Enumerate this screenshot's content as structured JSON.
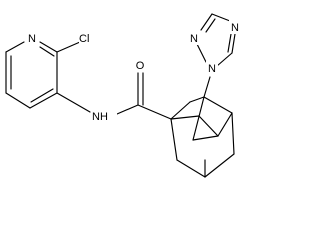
{
  "molecule": {
    "atoms": [
      {
        "id": "n_pyr",
        "element": "N",
        "label": "N"
      },
      {
        "id": "cl",
        "element": "Cl",
        "label": "Cl"
      },
      {
        "id": "n_amide",
        "element": "N",
        "label": "NH"
      },
      {
        "id": "o",
        "element": "O",
        "label": "O"
      },
      {
        "id": "n_tz1",
        "element": "N",
        "label": "N"
      },
      {
        "id": "n_tz2",
        "element": "N",
        "label": "N"
      },
      {
        "id": "n_tz4",
        "element": "N",
        "label": "N"
      },
      {
        "id": "c2",
        "element": "C"
      },
      {
        "id": "c3",
        "element": "C"
      },
      {
        "id": "c4",
        "element": "C"
      },
      {
        "id": "c5",
        "element": "C"
      },
      {
        "id": "c6",
        "element": "C"
      },
      {
        "id": "c_co",
        "element": "C"
      },
      {
        "id": "ad1",
        "element": "C"
      },
      {
        "id": "ad3",
        "element": "C"
      },
      {
        "id": "tz_c3",
        "element": "C"
      },
      {
        "id": "tz_c5",
        "element": "C"
      }
    ],
    "bonds": [
      {
        "a": "n_pyr",
        "b": "c2",
        "order": 2
      },
      {
        "a": "c2",
        "b": "c3",
        "order": 1
      },
      {
        "a": "c3",
        "b": "c4",
        "order": 2
      },
      {
        "a": "c4",
        "b": "c5",
        "order": 1
      },
      {
        "a": "c5",
        "b": "c6",
        "order": 2
      },
      {
        "a": "c6",
        "b": "n_pyr",
        "order": 1
      },
      {
        "a": "c2",
        "b": "cl",
        "order": 1
      },
      {
        "a": "c3",
        "b": "n_amide",
        "order": 1
      },
      {
        "a": "n_amide",
        "b": "c_co",
        "order": 1
      },
      {
        "a": "c_co",
        "b": "o",
        "order": 2
      },
      {
        "a": "c_co",
        "b": "ad1",
        "order": 1
      },
      {
        "a": "ad3",
        "b": "n_tz1",
        "order": 1
      },
      {
        "a": "n_tz1",
        "b": "n_tz2",
        "order": 1
      },
      {
        "a": "n_tz2",
        "b": "tz_c3",
        "order": 2
      },
      {
        "a": "tz_c3",
        "b": "n_tz4",
        "order": 1
      },
      {
        "a": "n_tz4",
        "b": "tz_c5",
        "order": 2
      },
      {
        "a": "tz_c5",
        "b": "n_tz1",
        "order": 1
      }
    ],
    "line_color": "#000000",
    "background": "#ffffff"
  }
}
